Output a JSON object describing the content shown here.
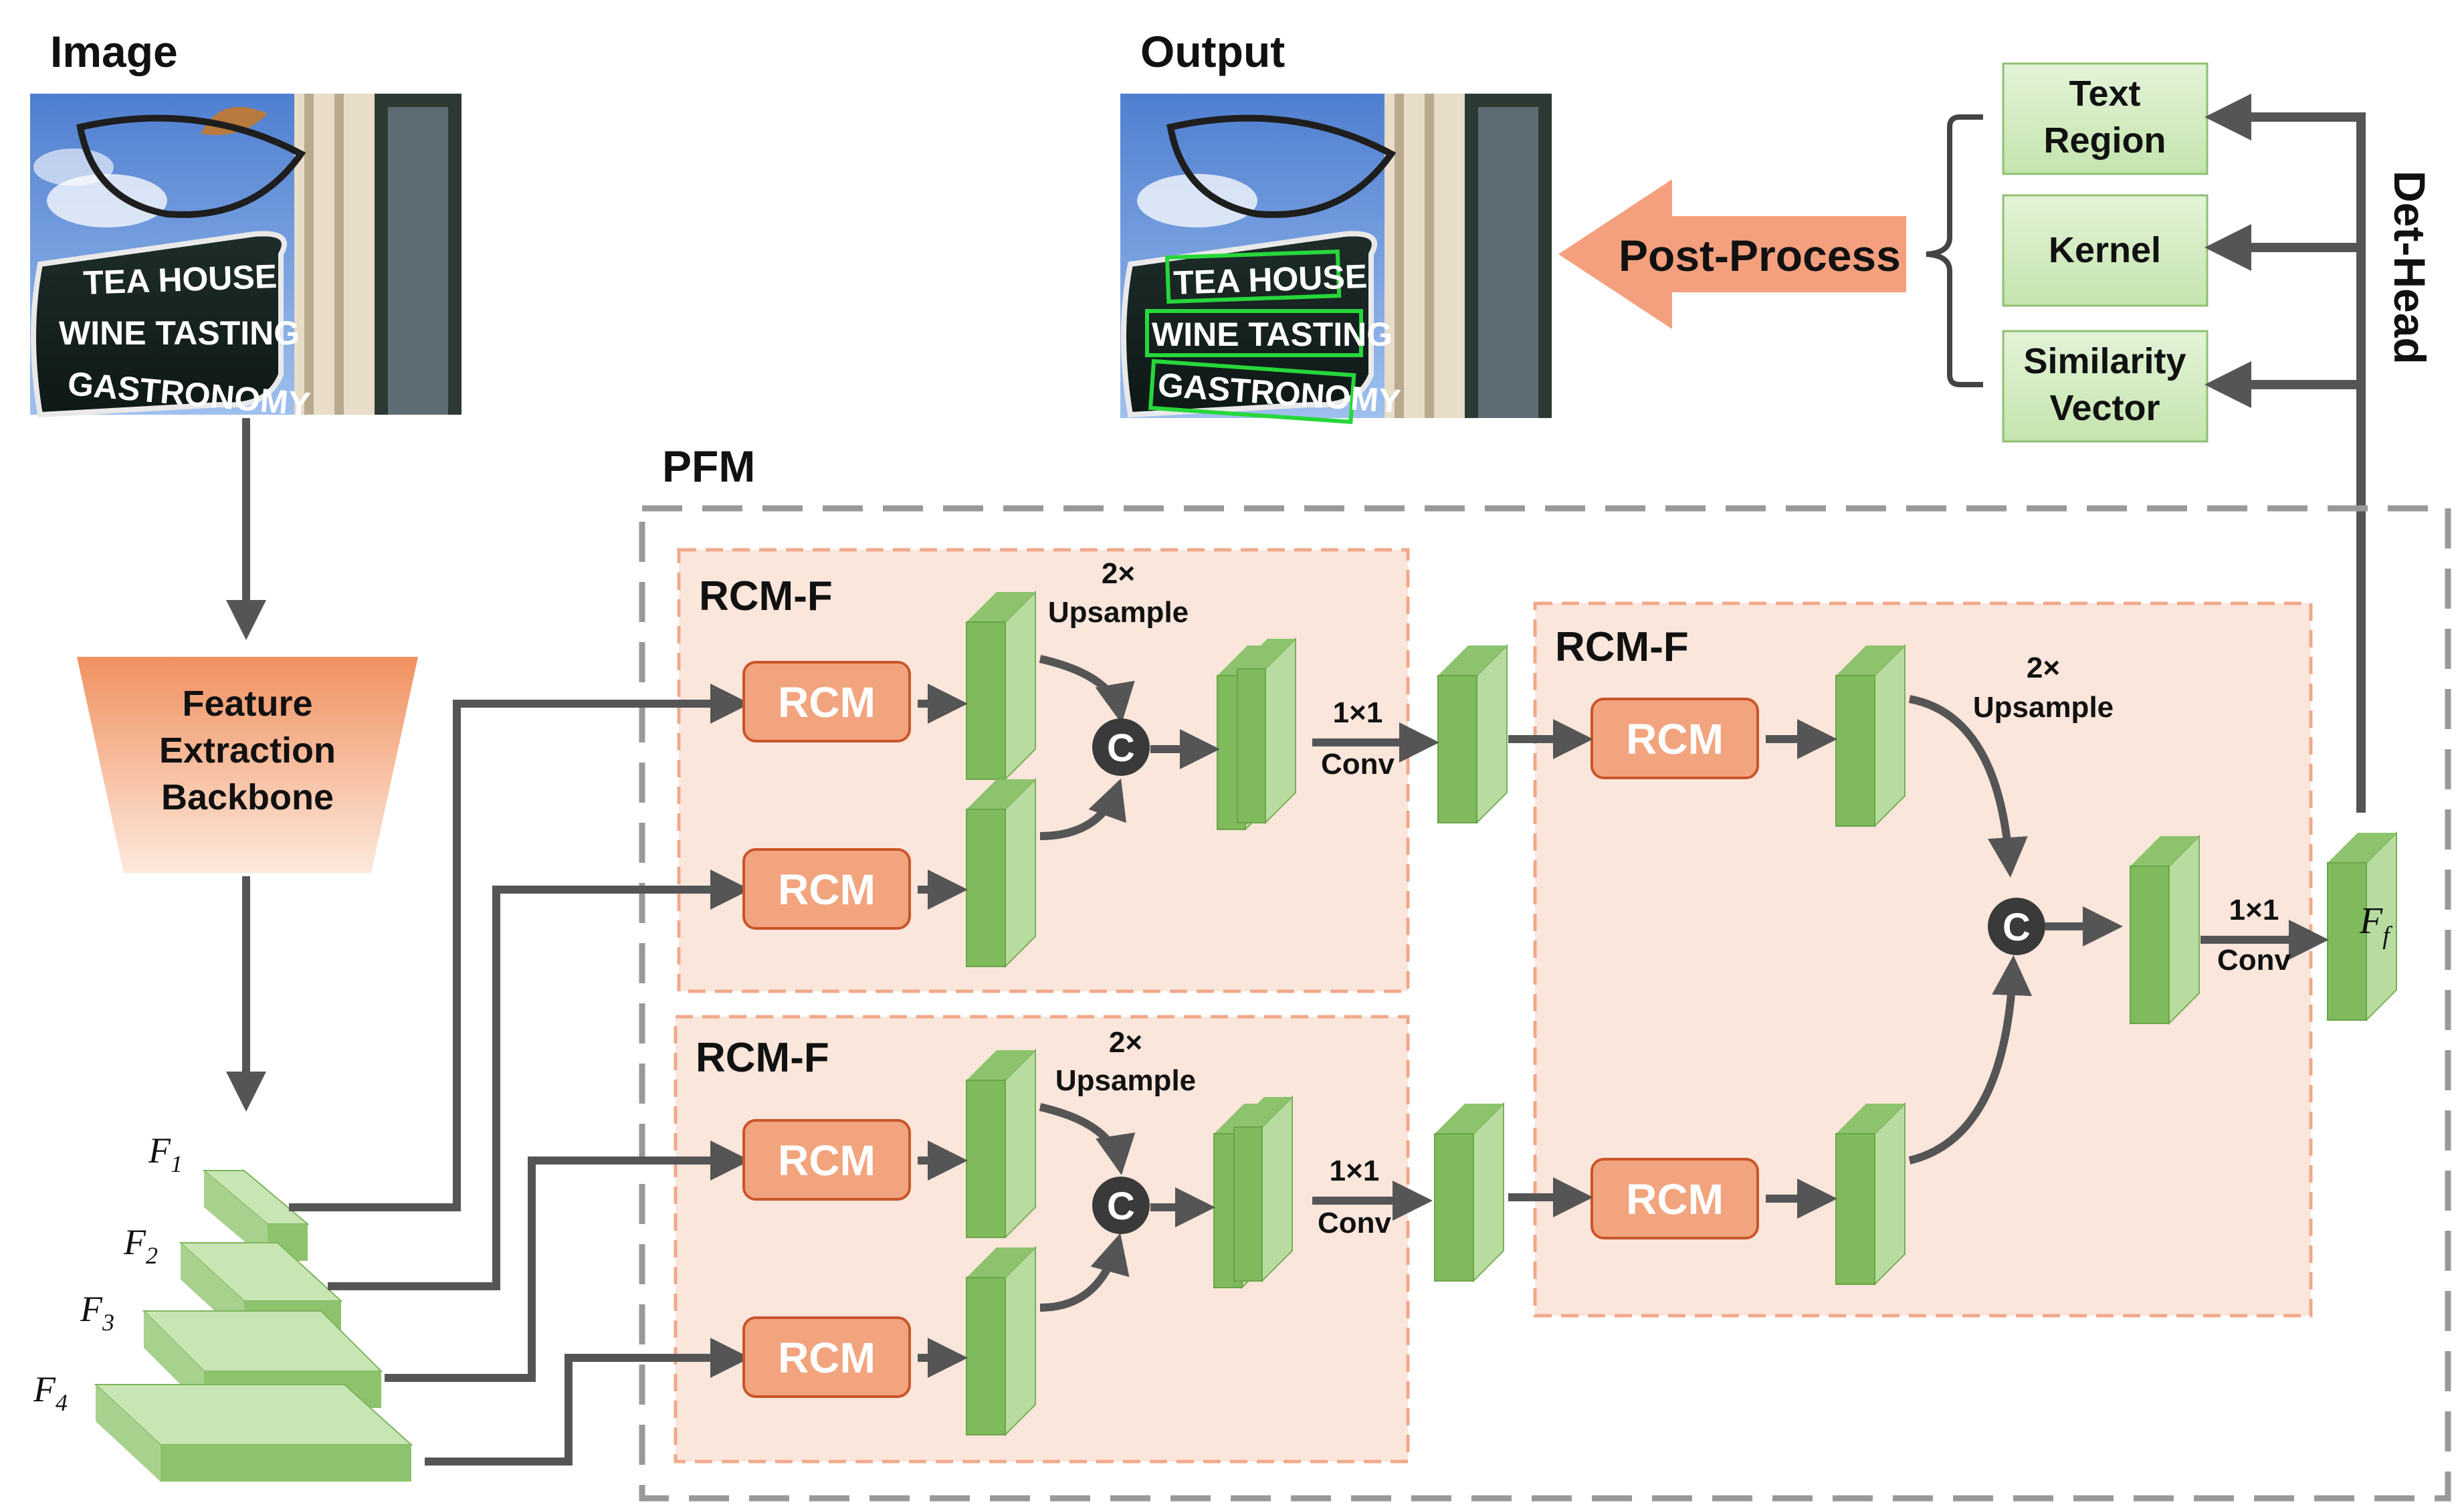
{
  "labels": {
    "image_title": "Image",
    "output_title": "Output",
    "pfm": "PFM",
    "det_head": "Det-Head",
    "post_process": "Post-Process",
    "backbone": [
      "Feature",
      "Extraction",
      "Backbone"
    ],
    "rcm_f": "RCM-F",
    "rcm": "RCM",
    "concat": "C",
    "upsample_factor": "2×",
    "upsample": "Upsample",
    "conv_kernel": "1×1",
    "conv": "Conv",
    "outputs": [
      [
        "Text",
        "Region"
      ],
      [
        "Kernel"
      ],
      [
        "Similarity",
        "Vector"
      ]
    ],
    "feature_levels": [
      {
        "base": "F",
        "sub": "1"
      },
      {
        "base": "F",
        "sub": "2"
      },
      {
        "base": "F",
        "sub": "3"
      },
      {
        "base": "F",
        "sub": "4"
      }
    ],
    "fused_feature": {
      "base": "F",
      "sub": "f"
    },
    "sign_text": [
      "TEA HOUSE",
      "WINE TASTING",
      "GASTRONOMY"
    ]
  },
  "colors": {
    "rcm_fill": "#f2a47e",
    "rcm_stroke": "#c8552a",
    "rcmf_bg": "#fbe6dc",
    "rcmf_border": "#f0a98a",
    "feature_green": "#a9d18e",
    "feature_dark": "#6fae4e",
    "arrow": "#555555",
    "output_box": "#d4ecc4",
    "post_process": "#f4a07e",
    "detection_outline": "#27d73a"
  }
}
